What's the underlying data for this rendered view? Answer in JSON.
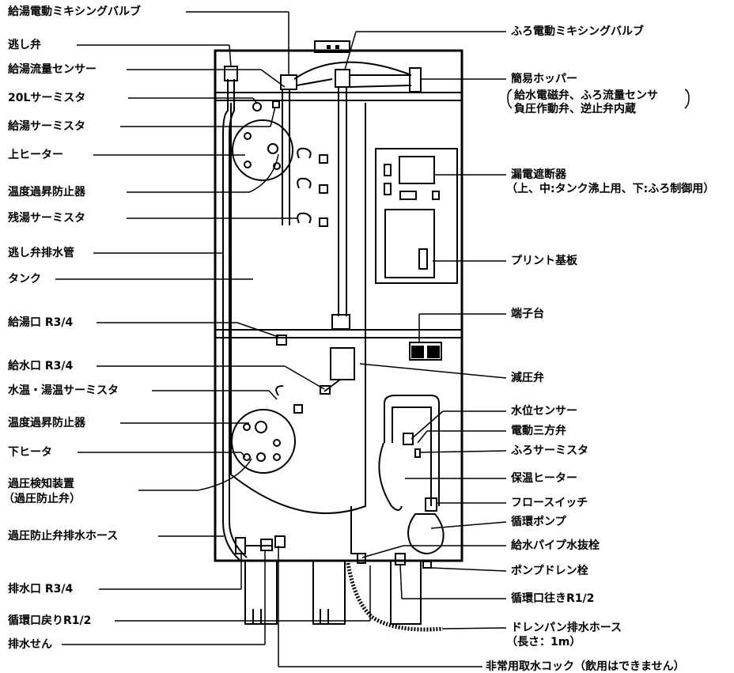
{
  "labels_left": [
    {
      "id": "l1",
      "text": "給湯電動ミキシングバルブ"
    },
    {
      "id": "l2",
      "text": "逃し弁"
    },
    {
      "id": "l3",
      "text": "給湯流量センサー"
    },
    {
      "id": "l4",
      "text": "20Lサーミスタ"
    },
    {
      "id": "l5",
      "text": "給湯サーミスタ"
    },
    {
      "id": "l6",
      "text": "上ヒーター"
    },
    {
      "id": "l7",
      "text": "温度過昇防止器"
    },
    {
      "id": "l8",
      "text": "残湯サーミスタ"
    },
    {
      "id": "l9",
      "text": "逃し弁排水管"
    },
    {
      "id": "l10",
      "text": "タンク"
    },
    {
      "id": "l11",
      "text": "給湯口 R3/4"
    },
    {
      "id": "l12",
      "text": "給水口 R3/4"
    },
    {
      "id": "l13",
      "text": "水温・湯温サーミスタ"
    },
    {
      "id": "l14",
      "text": "温度過昇防止器"
    },
    {
      "id": "l15",
      "text": "下ヒータ"
    },
    {
      "id": "l16",
      "text": "過圧検知装置"
    },
    {
      "id": "l16b",
      "text": "（過圧防止弁）"
    },
    {
      "id": "l17",
      "text": "過圧防止弁排水ホース"
    },
    {
      "id": "l18",
      "text": "排水口 R3/4"
    },
    {
      "id": "l19",
      "text": "循環口戻りR1/2"
    },
    {
      "id": "l20",
      "text": "排水せん"
    }
  ],
  "labels_right": [
    {
      "id": "r1",
      "text": "ふろ電動ミキシングバルブ"
    },
    {
      "id": "r2",
      "text": "簡易ホッパー"
    },
    {
      "id": "r2b",
      "text": "給水電磁弁、ふろ流量センサ"
    },
    {
      "id": "r2c",
      "text": "負圧作動弁、逆止弁内蔵"
    },
    {
      "id": "r3",
      "text": "漏電遮断器"
    },
    {
      "id": "r3b",
      "text": "（上、中:タンク沸上用、下:ふろ制御用）"
    },
    {
      "id": "r4",
      "text": "プリント基板"
    },
    {
      "id": "r5",
      "text": "端子台"
    },
    {
      "id": "r6",
      "text": "減圧弁"
    },
    {
      "id": "r7",
      "text": "水位センサー"
    },
    {
      "id": "r8",
      "text": "電動三方弁"
    },
    {
      "id": "r9",
      "text": "ふろサーミスタ"
    },
    {
      "id": "r10",
      "text": "保温ヒーター"
    },
    {
      "id": "r11",
      "text": "フロースイッチ"
    },
    {
      "id": "r12",
      "text": "循環ポンプ"
    },
    {
      "id": "r13",
      "text": "給水パイプ水抜栓"
    },
    {
      "id": "r14",
      "text": "ポンプドレン栓"
    },
    {
      "id": "r15",
      "text": "循環口往きR1/2"
    },
    {
      "id": "r16",
      "text": "ドレンパン排水ホース"
    },
    {
      "id": "r16b",
      "text": "（長さ：1m）"
    },
    {
      "id": "r17",
      "text": "非常用取水コック（飲用はできません）"
    }
  ]
}
